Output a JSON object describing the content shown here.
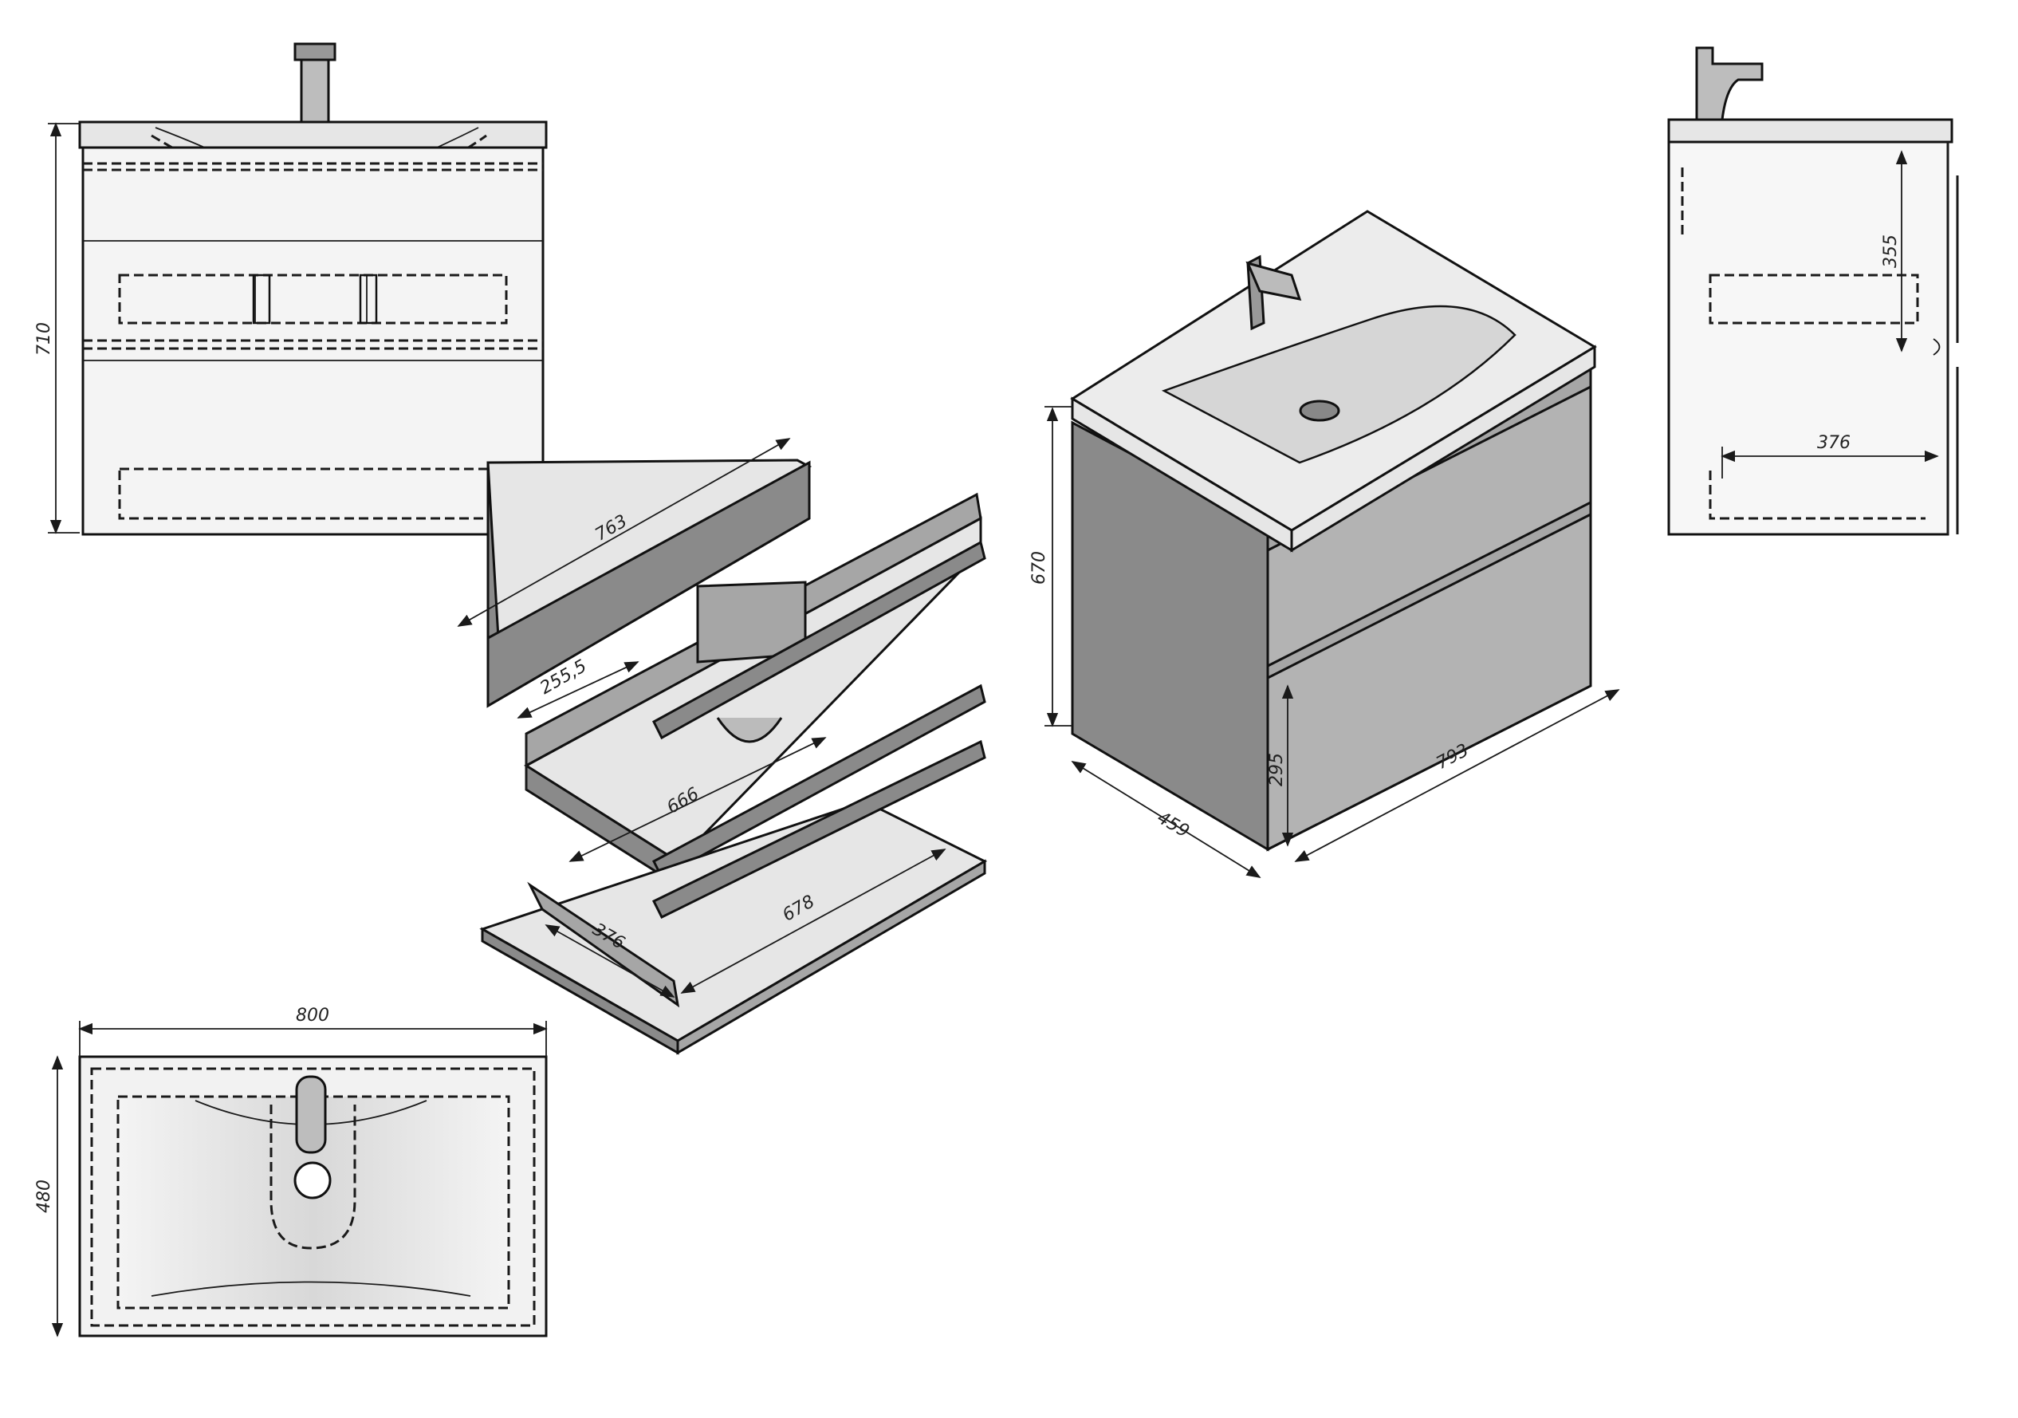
{
  "dimensions": {
    "front_height": "710",
    "top_width": "800",
    "top_depth": "480",
    "side_height_inner": "355",
    "side_depth_inner": "376",
    "panel_763": "763",
    "panel_255_5": "255,5",
    "panel_666": "666",
    "panel_376": "376",
    "panel_678": "678",
    "iso_height": "670",
    "iso_depth": "459",
    "iso_width": "793",
    "iso_drawer": "295"
  },
  "colors": {
    "line": "#1a1a1a",
    "panel_light": "#e6e6e6",
    "panel": "#c9c9c9",
    "panel_dark": "#8a8a8a"
  }
}
